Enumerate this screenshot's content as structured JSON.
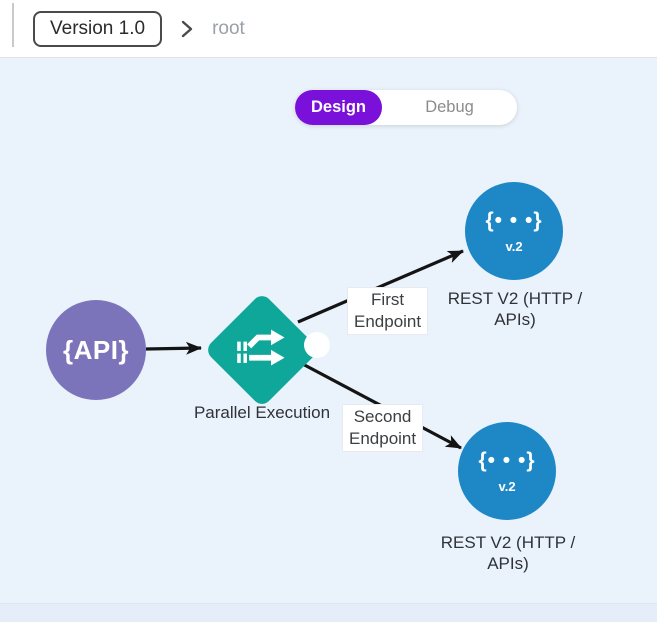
{
  "header": {
    "version_label": "Version 1.0",
    "breadcrumb_current": "root"
  },
  "toolbar": {
    "design_label": "Design",
    "debug_label": "Debug"
  },
  "canvas": {
    "nodes": {
      "api": {
        "label": "{API}"
      },
      "parallel": {
        "label": "Parallel Execution"
      },
      "rest_top": {
        "glyph": "{• • •}",
        "version": "v.2",
        "label_line1": "REST V2 (HTTP /",
        "label_line2": "APIs)"
      },
      "rest_bottom": {
        "glyph": "{• • •}",
        "version": "v.2",
        "label_line1": "REST V2 (HTTP /",
        "label_line2": "APIs)"
      }
    },
    "edges": {
      "first": {
        "label_line1": "First",
        "label_line2": "Endpoint"
      },
      "second": {
        "label_line1": "Second",
        "label_line2": "Endpoint"
      }
    }
  },
  "colors": {
    "canvas_background": "#eaf2fb",
    "api_node": "#7c74bb",
    "parallel_node": "#10a79b",
    "rest_node": "#1e88c7",
    "active_tab": "#7a11db",
    "edge_line": "#141414",
    "breadcrumb_muted": "#9aa0a6"
  }
}
